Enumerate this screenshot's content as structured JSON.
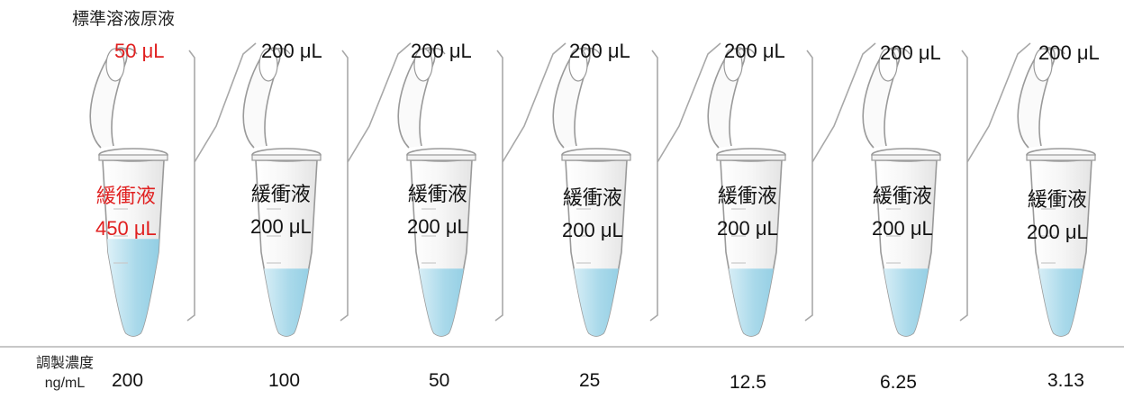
{
  "source": {
    "title": "標準溶液原液",
    "volume": "50 μL"
  },
  "transfer_volume": "200 μL",
  "tubes": [
    {
      "buffer_label": "緩衝液",
      "buffer_volume": "450 μL",
      "concentration": "200",
      "fill_level": 0.55,
      "transfer": ""
    },
    {
      "buffer_label": "緩衝液",
      "buffer_volume": "200 μL",
      "concentration": "100",
      "fill_level": 0.38,
      "transfer": "200 μL"
    },
    {
      "buffer_label": "緩衝液",
      "buffer_volume": "200 μL",
      "concentration": "50",
      "fill_level": 0.38,
      "transfer": "200 μL"
    },
    {
      "buffer_label": "緩衝液",
      "buffer_volume": "200 μL",
      "concentration": "25",
      "fill_level": 0.38,
      "transfer": "200 μL"
    },
    {
      "buffer_label": "緩衝液",
      "buffer_volume": "200 μL",
      "concentration": "12.5",
      "fill_level": 0.38,
      "transfer": "200 μL"
    },
    {
      "buffer_label": "緩衝液",
      "buffer_volume": "200 μL",
      "concentration": "6.25",
      "fill_level": 0.38,
      "transfer": "200 μL"
    },
    {
      "buffer_label": "緩衝液",
      "buffer_volume": "200 μL",
      "concentration": "3.13",
      "fill_level": 0.38,
      "transfer": "200 μL"
    }
  ],
  "concentration_label": {
    "line1": "調製濃度",
    "line2": "ng/mL"
  },
  "colors": {
    "accent_red": "#e02020",
    "liquid": "#9fd3e6",
    "tube_outline": "#9a9a9a"
  }
}
